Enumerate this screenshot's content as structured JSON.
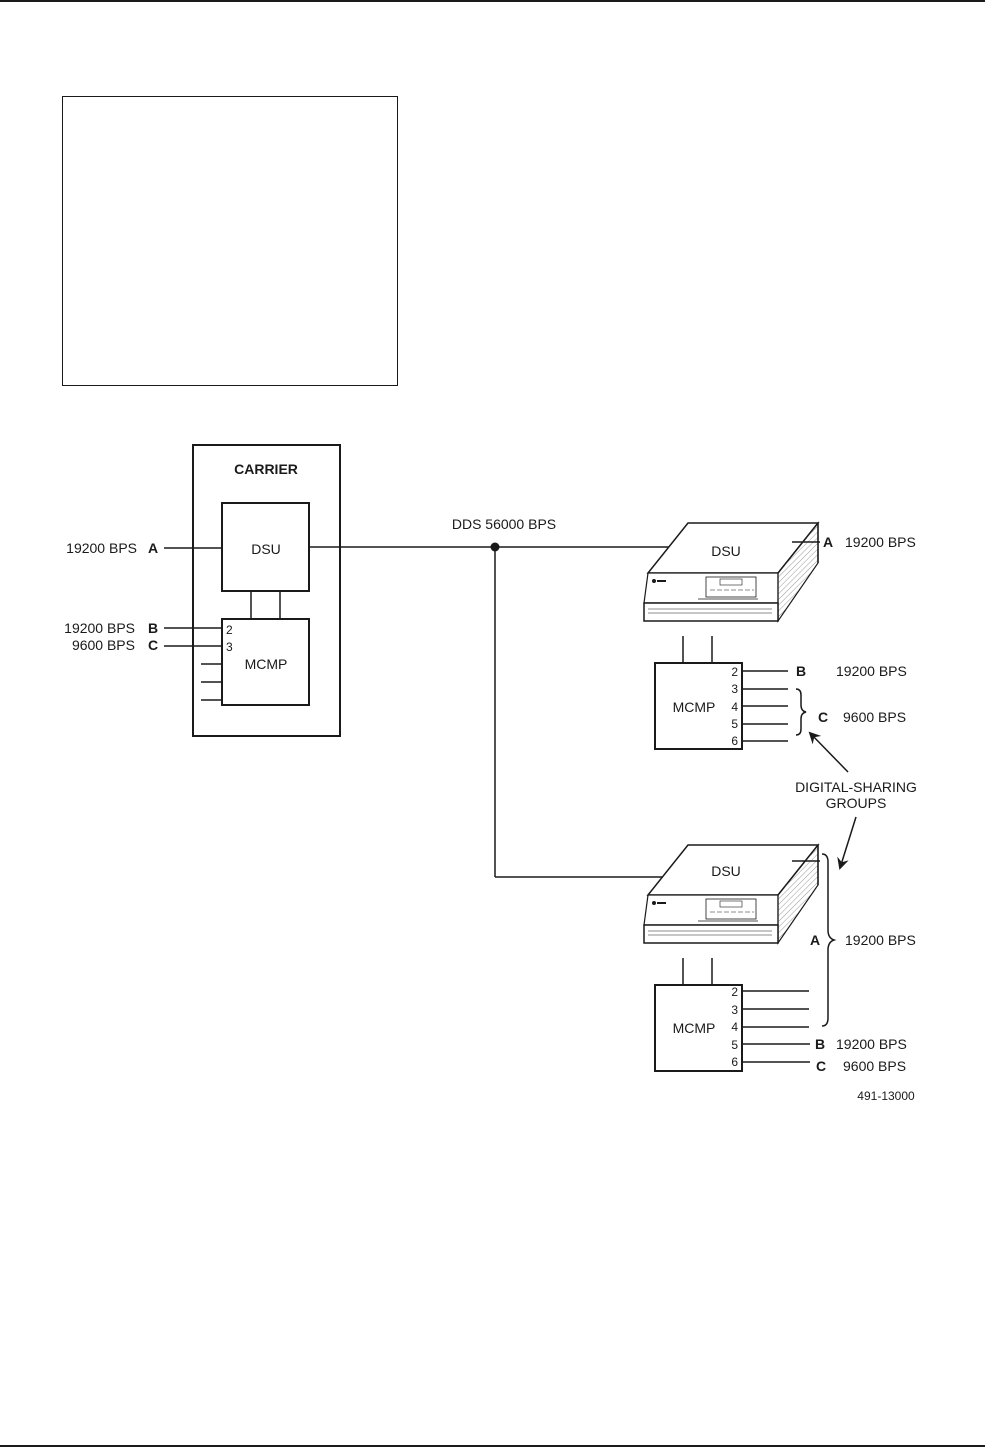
{
  "figure_id": "491-13000",
  "callout_box": {
    "content": ""
  },
  "carrier": {
    "title": "CARRIER",
    "dsu_label": "DSU",
    "mcmp_label": "MCMP",
    "ports": [
      "2",
      "3"
    ],
    "inputs": [
      {
        "channel": "A",
        "rate": "19200 BPS"
      },
      {
        "channel": "B",
        "rate": "19200 BPS"
      },
      {
        "channel": "C",
        "rate": "9600 BPS"
      }
    ]
  },
  "link": {
    "label": "DDS 56000 BPS"
  },
  "remote_1": {
    "dsu_label": "DSU",
    "mcmp_label": "MCMP",
    "ports": [
      "2",
      "3",
      "4",
      "5",
      "6"
    ],
    "outputs": [
      {
        "channel": "A",
        "rate": "19200 BPS"
      },
      {
        "channel": "B",
        "rate": "19200 BPS"
      },
      {
        "channel": "C",
        "rate": "9600 BPS"
      }
    ]
  },
  "remote_2": {
    "dsu_label": "DSU",
    "mcmp_label": "MCMP",
    "ports": [
      "2",
      "3",
      "4",
      "5",
      "6"
    ],
    "outputs": [
      {
        "channel": "A",
        "rate": "19200 BPS"
      },
      {
        "channel": "B",
        "rate": "19200 BPS"
      },
      {
        "channel": "C",
        "rate": "9600 BPS"
      }
    ]
  },
  "annotation": {
    "line1": "DIGITAL-SHARING",
    "line2": "GROUPS"
  }
}
